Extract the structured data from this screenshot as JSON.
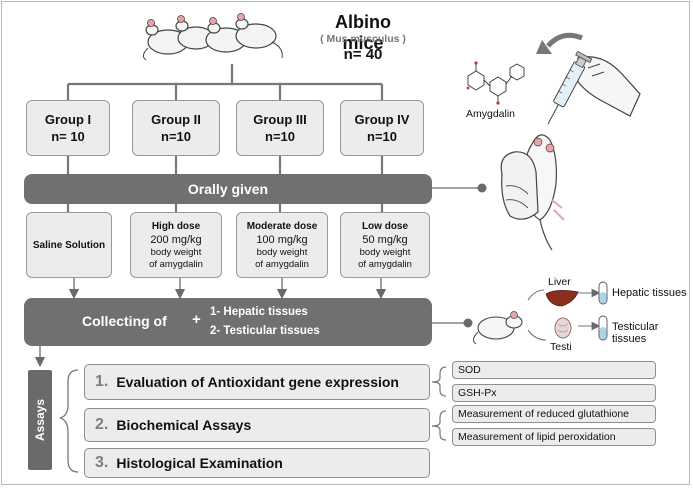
{
  "header": {
    "title": "Albino mice",
    "subtitle": "( Mus musculus )",
    "count": "n= 40"
  },
  "groups": [
    {
      "name": "Group I",
      "n": "n= 10"
    },
    {
      "name": "Group II",
      "n": "n=10"
    },
    {
      "name": "Group III",
      "n": "n=10"
    },
    {
      "name": "Group IV",
      "n": "n=10"
    }
  ],
  "orally_given": "Orally given",
  "doses": [
    {
      "title": "Saline Solution",
      "amount": "",
      "line1": "",
      "line2": ""
    },
    {
      "title": "High dose",
      "amount": "200 mg/kg",
      "line1": "body weight",
      "line2": "of amygdalin"
    },
    {
      "title": "Moderate dose",
      "amount": "100 mg/kg",
      "line1": "body weight",
      "line2": "of amygdalin"
    },
    {
      "title": "Low dose",
      "amount": "50 mg/kg",
      "line1": "body weight",
      "line2": "of amygdalin"
    }
  ],
  "collecting": {
    "label": "Collecting of",
    "plus": "+",
    "item1": "1- Hepatic tissues",
    "item2": "2- Testicular tissues"
  },
  "illustration": {
    "compound_label": "Amygdalin",
    "liver_label": "Liver",
    "testi_label": "Testi",
    "hepatic_tube_label": "Hepatic tissues",
    "testicular_tube_label": "Testicular tissues"
  },
  "assays_label": "Assays",
  "assays": [
    {
      "num": "1.",
      "label": "Evaluation of Antioxidant  gene expression"
    },
    {
      "num": "2.",
      "label": "Biochemical Assays"
    },
    {
      "num": "3.",
      "label": "Histological Examination"
    }
  ],
  "sub_assays": [
    "SOD",
    "GSH-Px",
    "Measurement of reduced glutathione",
    "Measurement of lipid peroxidation"
  ],
  "colors": {
    "bar": "#707070",
    "box": "#ececec",
    "accent_number": "#7f7f7f",
    "liver": "#8a2f1e",
    "tube": "#a9d6e6"
  }
}
